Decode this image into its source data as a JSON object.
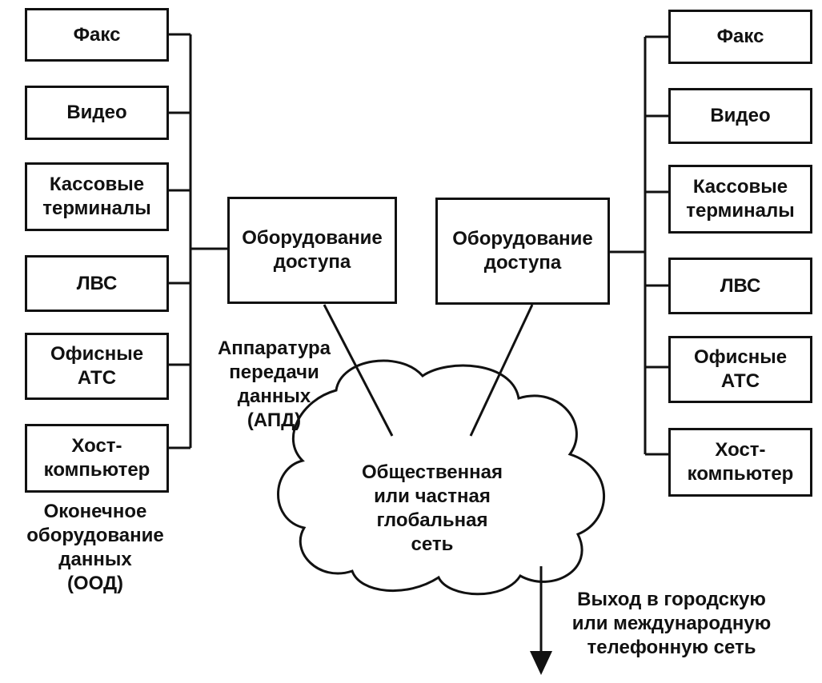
{
  "left_terminals": [
    "Факс",
    "Видео",
    "Кассовые\nтерминалы",
    "ЛВС",
    "Офисные\nАТС",
    "Хост-\nкомпьютер"
  ],
  "right_terminals": [
    "Факс",
    "Видео",
    "Кассовые\nтерминалы",
    "ЛВС",
    "Офисные\nАТС",
    "Хост-\nкомпьютер"
  ],
  "access_left": "Оборудование\nдоступа",
  "access_right": "Оборудование\nдоступа",
  "dte_label": "Оконечное\nоборудование\nданных\n(ООД)",
  "dce_label": "Аппаратура\nпередачи\nданных\n(АПД)",
  "network_label": "Общественная\nили частная\nглобальная\nсеть",
  "exit_label": "Выход в городскую\nили международную\nтелефонную сеть",
  "colors": {
    "line": "#111111",
    "background": "#ffffff"
  }
}
